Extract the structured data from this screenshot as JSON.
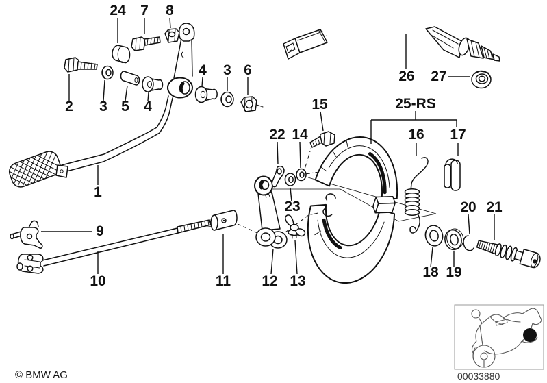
{
  "doc": {
    "copyright": "© BMW AG",
    "doc_number": "00033880"
  },
  "labels": {
    "p1": "1",
    "p2": "2",
    "p3a": "3",
    "p3b": "3",
    "p4a": "4",
    "p4b": "4",
    "p5": "5",
    "p6": "6",
    "p7": "7",
    "p8": "8",
    "p9": "9",
    "p10": "10",
    "p11": "11",
    "p12": "12",
    "p13": "13",
    "p14": "14",
    "p15": "15",
    "p16": "16",
    "p17": "17",
    "p18": "18",
    "p19": "19",
    "p20": "20",
    "p21": "21",
    "p22": "22",
    "p23": "23",
    "p24": "24",
    "p25rs": "25-RS",
    "p26": "26",
    "p27": "27"
  },
  "icons": {
    "locator": "motorcycle-icon"
  },
  "colors": {
    "line": "#111111",
    "background": "#ffffff",
    "box_border": "#9a9a9a",
    "bike_line": "#555555",
    "doc_number_color": "#333333"
  }
}
